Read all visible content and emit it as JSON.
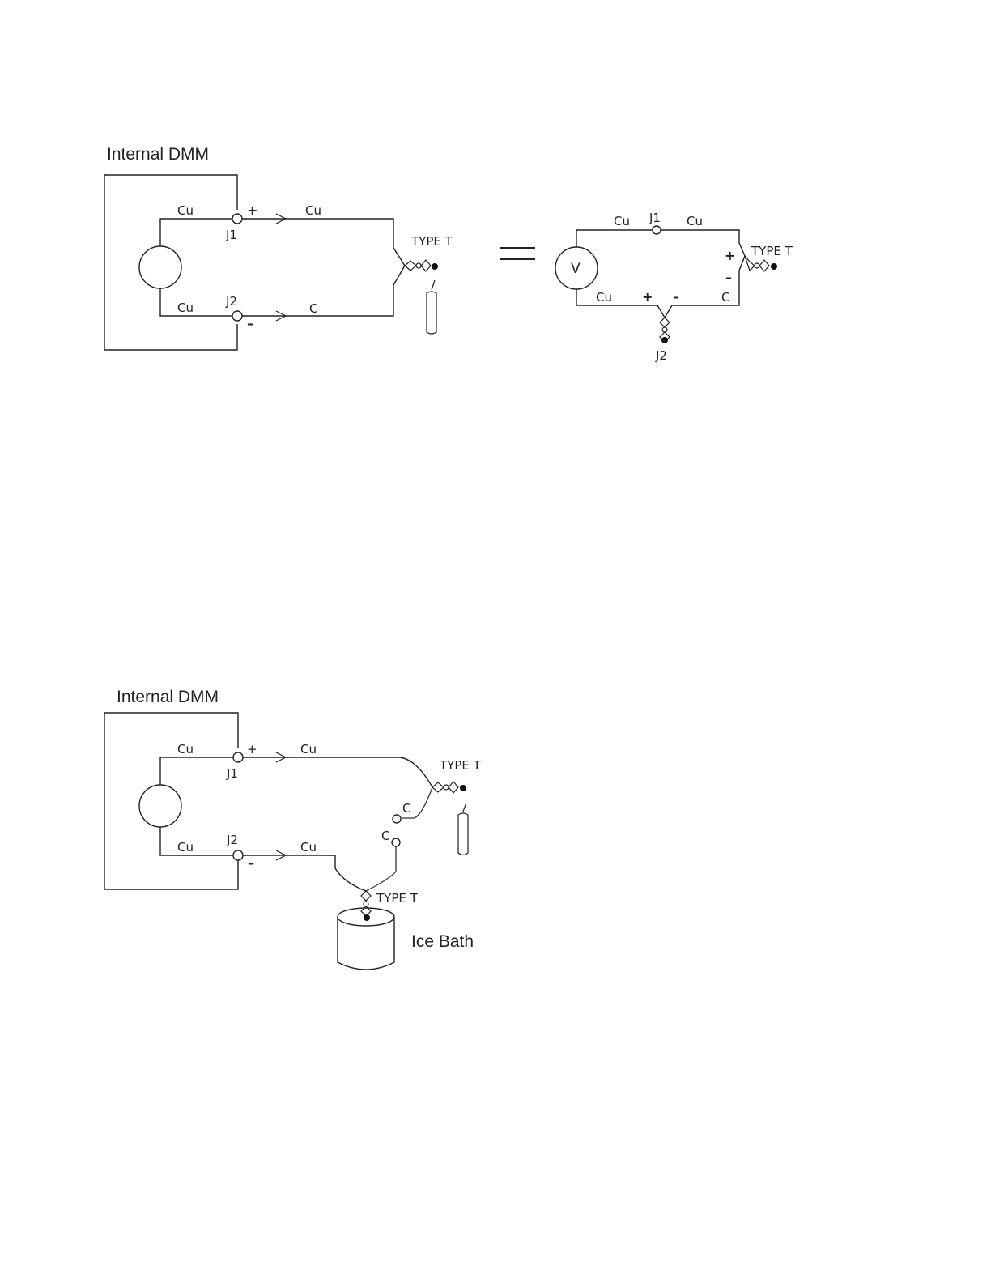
{
  "diagram1": {
    "title": "Internal DMM",
    "labels": {
      "cu_top_inner": "Cu",
      "cu_bottom_inner": "Cu",
      "j1": "J1",
      "j2": "J2",
      "plus": "+",
      "minus": "–",
      "cu_wire": "Cu",
      "c_wire": "C",
      "type_t": "TYPE  T"
    }
  },
  "equals": "=",
  "equivalent": {
    "meter": "V",
    "cu_left": "Cu",
    "j1": "J1",
    "cu_right": "Cu",
    "plus_right": "+",
    "minus_right": "–",
    "type_t": "TYPE  T",
    "cu_bottom": "Cu",
    "plus_bottom": "+",
    "minus_bottom": "–",
    "c_bottom": "C",
    "j2": "J2"
  },
  "diagram2": {
    "title": "Internal DMM",
    "labels": {
      "cu_top_inner": "Cu",
      "cu_bottom_inner": "Cu",
      "j1": "J1",
      "j2": "J2",
      "plus": "+",
      "minus": "–",
      "cu_wire_top": "Cu",
      "cu_wire_bottom": "Cu",
      "c_upper": "C",
      "c_lower": "C",
      "type_t_top": "TYPE  T",
      "type_t_bottom": "TYPE  T",
      "ice_bath": "Ice Bath"
    }
  }
}
